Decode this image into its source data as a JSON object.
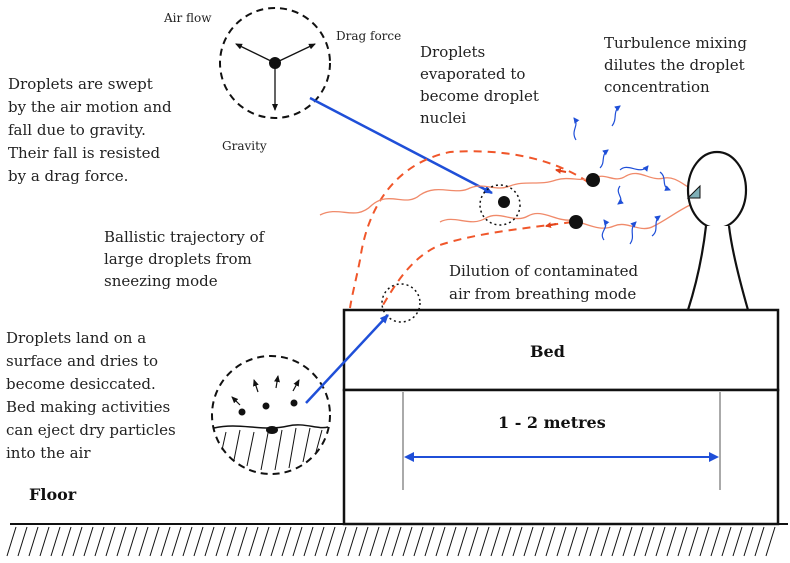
{
  "labels": {
    "air_flow": "Air flow",
    "drag_force": "Drag force",
    "gravity": "Gravity",
    "swept": [
      "Droplets are swept",
      "by the air motion and",
      "fall due to gravity.",
      "Their fall is resisted",
      "by a drag force."
    ],
    "evaporated": [
      "Droplets",
      "evaporated to",
      "become droplet",
      "nuclei"
    ],
    "turbulence": [
      "Turbulence  mixing",
      "dilutes the droplet",
      "concentration"
    ],
    "ballistic": [
      "Ballistic trajectory of",
      "large droplets from",
      "sneezing mode"
    ],
    "dilution": [
      "Dilution of contaminated",
      "air from breathing mode"
    ],
    "land": [
      "Droplets land on a",
      "surface and dries to",
      "become desiccated.",
      "Bed making activities",
      "can eject dry particles",
      "into the air"
    ],
    "bed": "Bed",
    "distance": "1 - 2 metres",
    "floor": "Floor"
  },
  "colors": {
    "arrow_blue": "#1f4fd8",
    "trajectory_red": "#f0562a",
    "droplet_path": "#f08a6a",
    "face_triangle": "#7fb0b8",
    "ink": "#111111"
  }
}
